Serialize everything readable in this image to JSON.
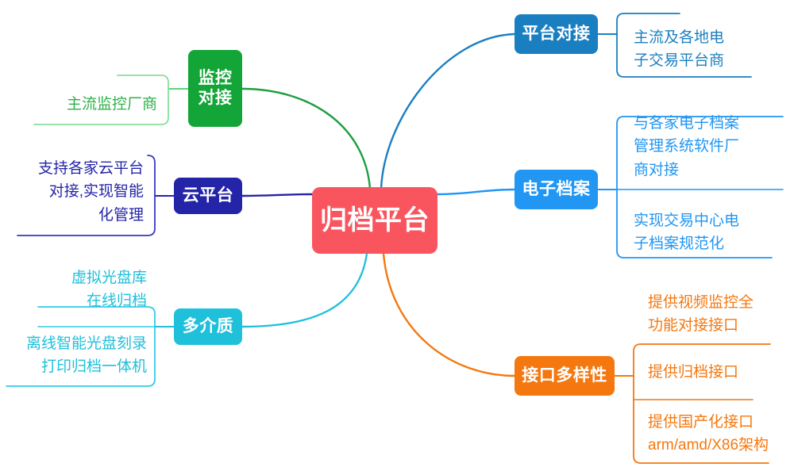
{
  "diagram": {
    "type": "mind-map",
    "title": "归档平台",
    "center": {
      "label": "归档平台",
      "color": "#f9555f"
    },
    "branches": [
      {
        "id": "platform-docking",
        "label": "平台对接",
        "color": "#1a7fc0",
        "side": "right",
        "leaves": [
          {
            "text": "主流及各地电\n子交易平台商"
          }
        ]
      },
      {
        "id": "electronic-archives",
        "label": "电子档案",
        "color": "#2196f3",
        "side": "right",
        "leaves": [
          {
            "text": "与各家电子档案\n管理系统软件厂\n商对接"
          },
          {
            "text": "实现交易中心电\n子档案规范化"
          }
        ]
      },
      {
        "id": "interface-diversity",
        "label": "接口多样性",
        "color": "#f4780f",
        "side": "right",
        "leaves": [
          {
            "text": "提供视频监控全\n功能对接接口"
          },
          {
            "text": "提供归档接口"
          },
          {
            "text": "提供国产化接口\narm/amd/X86架构"
          }
        ]
      },
      {
        "id": "monitoring-docking",
        "label": "监控\n对接",
        "color": "#13a538",
        "side": "left",
        "leaves": [
          {
            "text": "主流监控厂商"
          }
        ]
      },
      {
        "id": "cloud-platform",
        "label": "云平台",
        "color": "#2424a8",
        "side": "left",
        "leaves": [
          {
            "text": "支持各家云平台\n对接,实现智能\n化管理"
          }
        ]
      },
      {
        "id": "multi-media",
        "label": "多介质",
        "color": "#1fc0da",
        "side": "left",
        "leaves": [
          {
            "text": "虚拟光盘库\n在线归档"
          },
          {
            "text": "离线智能光盘刻录\n打印归档一体机"
          }
        ]
      }
    ]
  }
}
